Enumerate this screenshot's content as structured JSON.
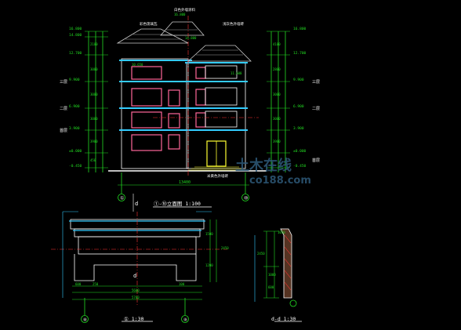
{
  "elevation": {
    "title": "①-⑩立面图 1:100",
    "axis_left": "①",
    "axis_right": "⑩",
    "axis_d": "d",
    "overall_width": "13400",
    "left_levels": [
      "16.800",
      "14.800",
      "12.700",
      "9.900",
      "6.900",
      "3.900",
      "±0.000",
      "-0.450"
    ],
    "right_levels": [
      "16.800",
      "12.700",
      "9.900",
      "6.900",
      "3.900",
      "±0.000",
      "-0.450"
    ],
    "left_dims": [
      "2100",
      "3000",
      "3000",
      "3000",
      "3900",
      "450"
    ],
    "right_dims": [
      "4100",
      "2800",
      "3000",
      "3000",
      "3900"
    ],
    "floor_tags_left": [
      "三层",
      "二层",
      "首层"
    ],
    "floor_tags_right": [
      "三层",
      "二层",
      "首层"
    ],
    "notes": [
      "彩色琉璃瓦",
      "白色外墙涂料",
      "浅灰色外墙砖",
      "米黄色外墙砖"
    ],
    "inline_levels": [
      "16.800",
      "14.800",
      "10.650",
      "11.600"
    ]
  },
  "detail": {
    "title": "① 1:30",
    "axis_left": "⑧",
    "axis_right": "⑨",
    "axis_d": "d",
    "dims_bottom": [
      "5600",
      "5700"
    ],
    "dims_right": [
      "2450",
      "1500",
      "1200"
    ],
    "dims_small": [
      "600",
      "250",
      "100"
    ]
  },
  "section": {
    "title": "d-d 1:30",
    "dims": [
      "1050",
      "2450",
      "1000",
      "600"
    ]
  },
  "watermark": {
    "brand": "土木在线",
    "url": "co188.com"
  }
}
